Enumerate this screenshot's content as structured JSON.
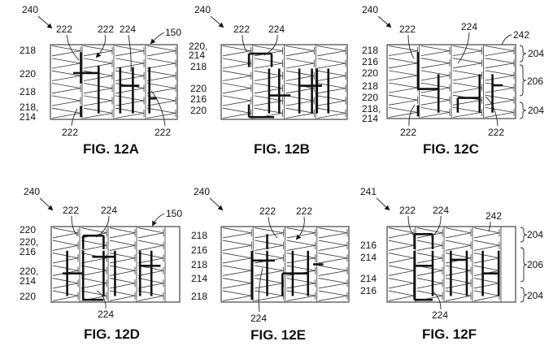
{
  "figures": [
    {
      "id": "12A",
      "caption": "FIG. 12A",
      "ref_main": "240",
      "left_labels": [
        "218",
        "220",
        "218",
        "218,",
        "214"
      ],
      "top_labels": [
        "222",
        "222",
        "224"
      ],
      "bottom_labels": [
        "222",
        "222"
      ],
      "corner_label": "150",
      "right_braces": []
    },
    {
      "id": "12B",
      "caption": "FIG. 12B",
      "ref_main": "240",
      "left_labels": [
        "220,",
        "214",
        "218",
        "220",
        "216",
        "220"
      ],
      "top_labels": [
        "222",
        "224"
      ],
      "bottom_labels": [],
      "corner_label": "",
      "right_braces": []
    },
    {
      "id": "12C",
      "caption": "FIG. 12C",
      "ref_main": "240",
      "left_labels": [
        "218",
        "216",
        "220",
        "218",
        "220",
        "218,",
        "214"
      ],
      "top_labels": [
        "222",
        "224"
      ],
      "bottom_labels": [
        "222",
        "222"
      ],
      "corner_label": "242",
      "right_braces": [
        "204",
        "206",
        "204"
      ]
    },
    {
      "id": "12D",
      "caption": "FIG. 12D",
      "ref_main": "240",
      "left_labels": [
        "220",
        "220,",
        "216",
        "220,",
        "214",
        "220"
      ],
      "top_labels": [
        "222",
        "224"
      ],
      "bottom_labels": [
        "224"
      ],
      "corner_label": "150",
      "right_braces": []
    },
    {
      "id": "12E",
      "caption": "FIG. 12E",
      "ref_main": "240",
      "left_labels": [
        "218",
        "216",
        "218",
        "214",
        "218"
      ],
      "top_labels": [
        "222",
        "222"
      ],
      "bottom_labels": [
        "224"
      ],
      "corner_label": "",
      "right_braces": []
    },
    {
      "id": "12F",
      "caption": "FIG. 12F",
      "ref_main": "241",
      "left_labels": [
        "216",
        "214",
        "214",
        "216"
      ],
      "top_labels": [
        "222",
        "224"
      ],
      "bottom_labels": [
        "224"
      ],
      "corner_label": "242",
      "right_braces": [
        "204",
        "206",
        "204"
      ]
    }
  ]
}
